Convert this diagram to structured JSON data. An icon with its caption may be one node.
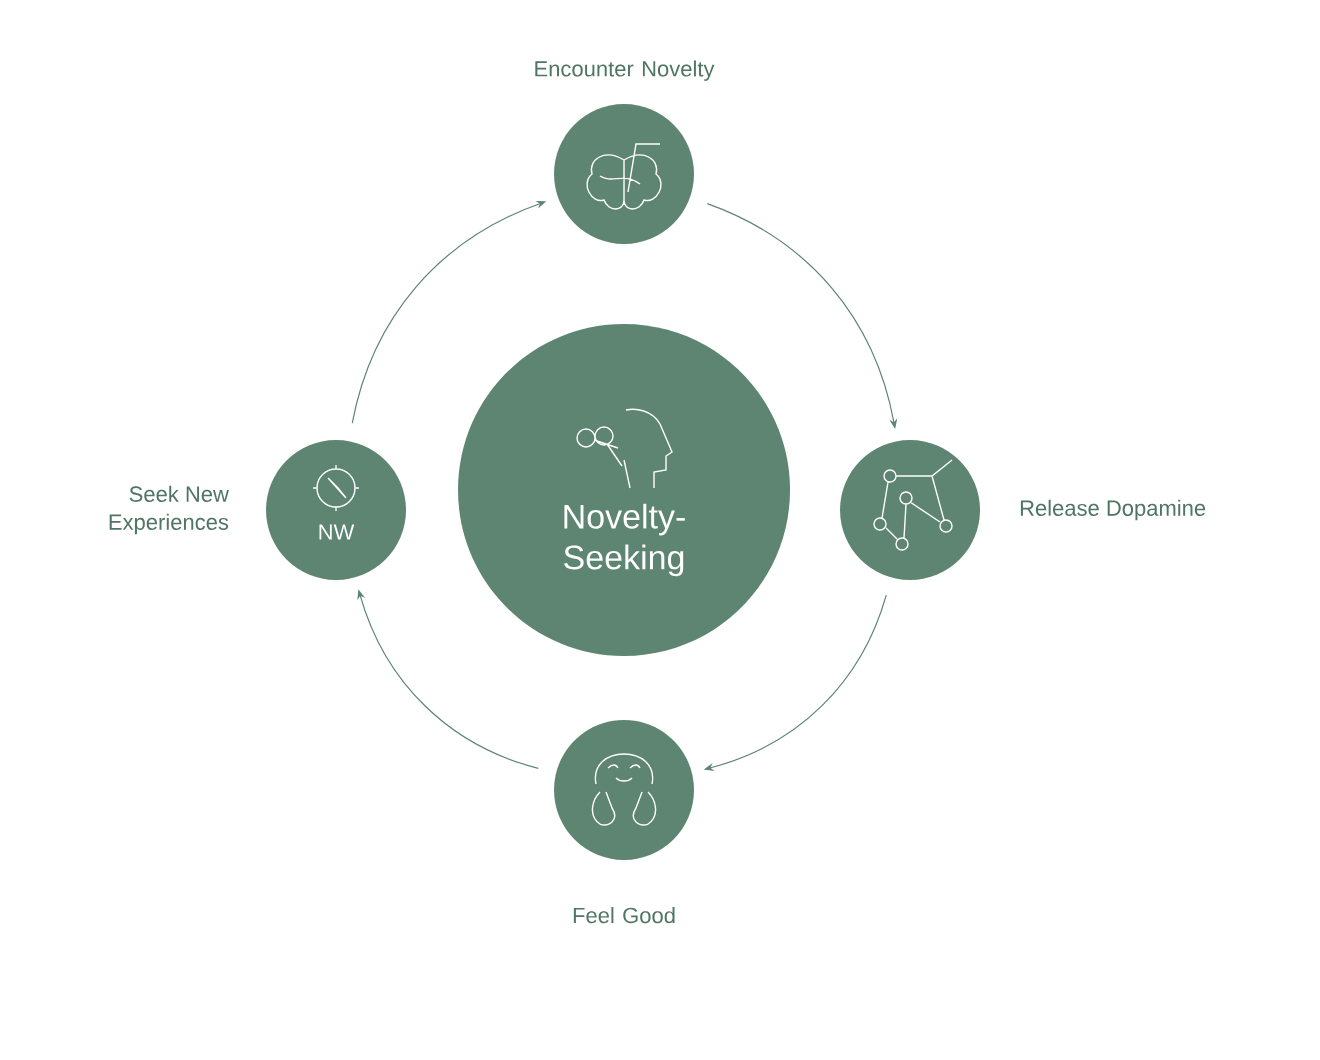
{
  "diagram": {
    "nodes": [
      {
        "text": [
          "Novelty-Seeking"
        ]
      },
      {
        "text": [],
        "shape": "circle",
        "beside": [
          "Encounter Novelty"
        ]
      },
      {
        "text": [],
        "shape": "circle",
        "beside": [
          "Release Dopamine"
        ]
      },
      {
        "text": [],
        "shape": "circle",
        "beside": [
          "Feel Good"
        ]
      },
      {
        "text": [
          "NW"
        ],
        "beside": [
          "Seek New Experiences"
        ]
      }
    ],
    "edges": [
      {
        "from": 4,
        "to": 1,
        "arrow": "to"
      },
      {
        "from": 1,
        "to": 2,
        "arrow": "to"
      },
      {
        "from": 2,
        "to": 3,
        "arrow": "to"
      },
      {
        "from": 3,
        "to": 4,
        "arrow": "to"
      }
    ]
  }
}
